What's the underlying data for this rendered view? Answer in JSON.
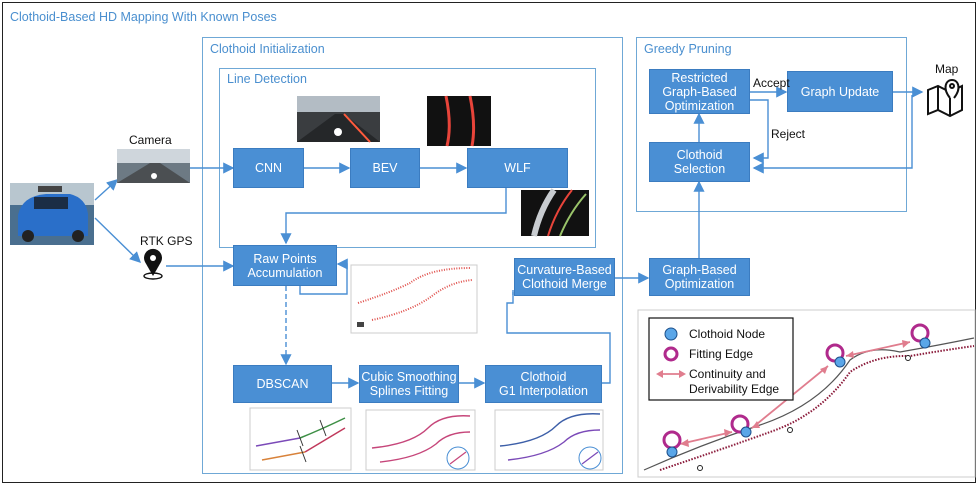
{
  "title": "Clothoid-Based HD Mapping With Known Poses",
  "sections": {
    "init": "Clothoid Initialization",
    "line_detection": "Line Detection",
    "greedy": "Greedy Pruning"
  },
  "blocks": {
    "cnn": "CNN",
    "bev": "BEV",
    "wlf": "WLF",
    "raw_points": "Raw Points\nAccumulation",
    "dbscan": "DBSCAN",
    "cubic": "Cubic Smoothing\nSplines Fitting",
    "clothoid_g1": "Clothoid\nG1 Interpolation",
    "curv_merge": "Curvature-Based\nClothoid Merge",
    "graph_opt": "Graph-Based\nOptimization",
    "clothoid_sel": "Clothoid\nSelection",
    "restricted": "Restricted\nGraph-Based\nOptimization",
    "graph_update": "Graph Update"
  },
  "labels": {
    "camera": "Camera",
    "rtk": "RTK GPS",
    "map": "Map",
    "accept": "Accept",
    "reject": "Reject"
  },
  "legend": {
    "node": "Clothoid Node",
    "fitting": "Fitting Edge",
    "continuity_1": "Continuity and",
    "continuity_2": "Derivability Edge"
  },
  "colors": {
    "block": "#4a8fd4",
    "section": "#6fa8d6",
    "title": "#4a8fcf",
    "fitting_edge": "#b02a8c",
    "continuity_edge": "#e07d8e",
    "node": "#5aa6e8"
  }
}
